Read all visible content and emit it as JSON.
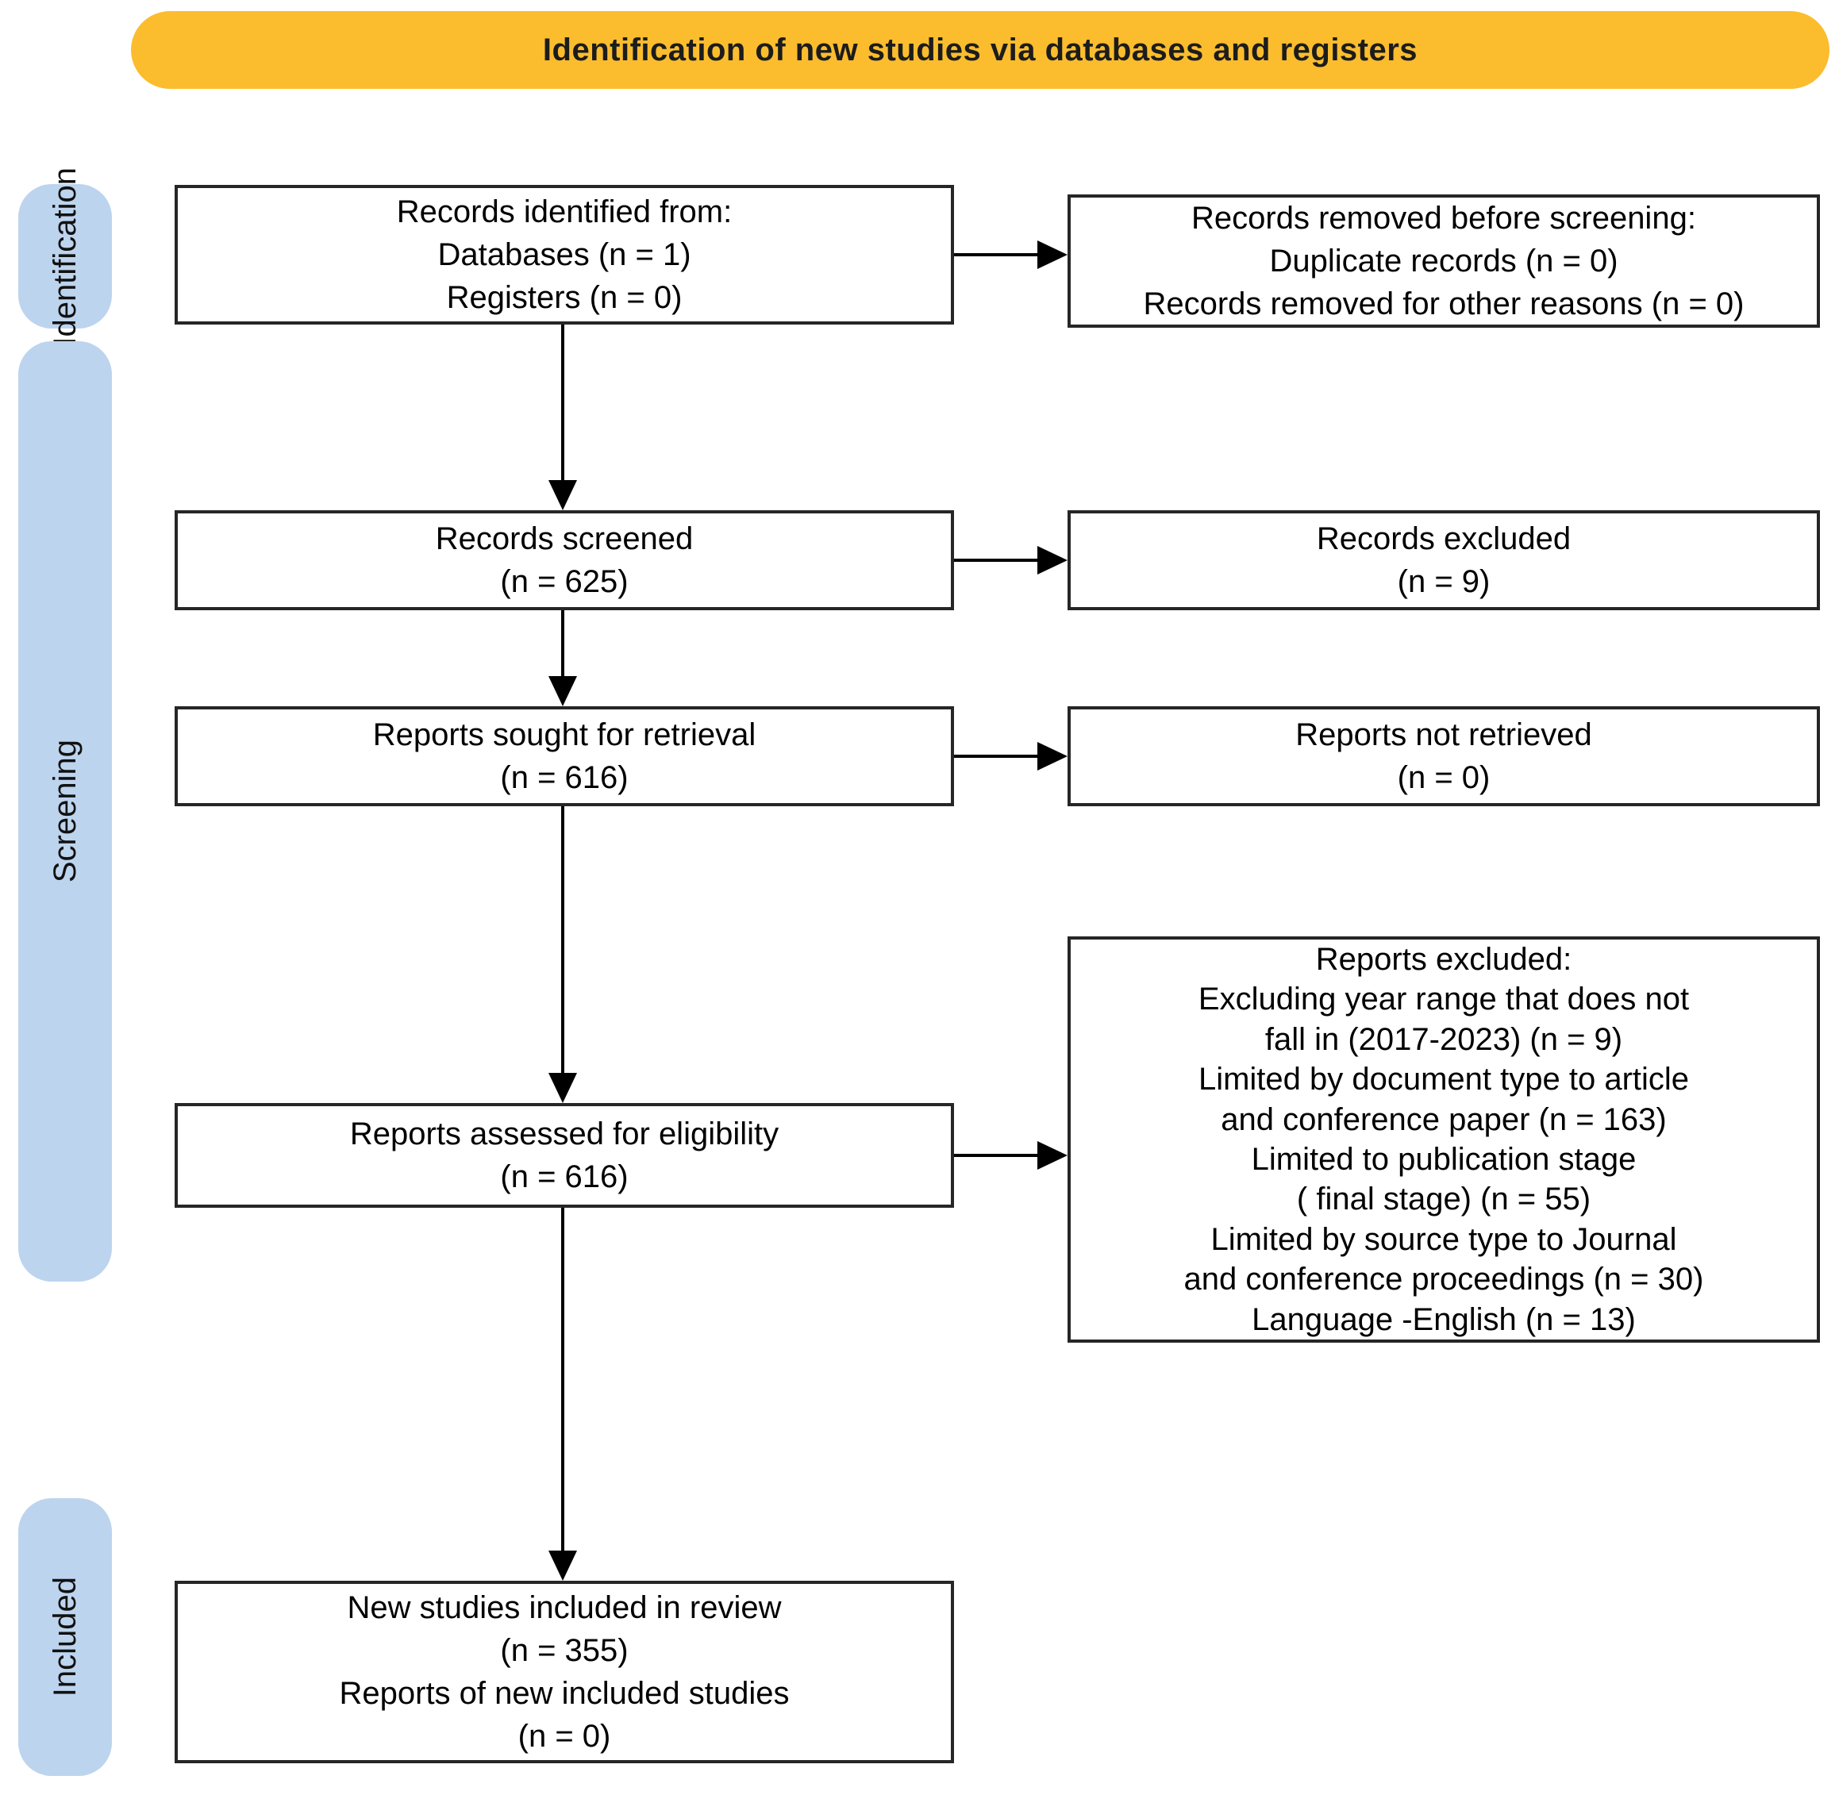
{
  "banner": {
    "title": "Identification of new studies via databases and registers"
  },
  "stages": {
    "identification": "Identification",
    "screening": "Screening",
    "included": "Included"
  },
  "flow": {
    "records_identified": {
      "lines": [
        "Records identified from:",
        "Databases (n = 1)",
        "Registers (n = 0)"
      ]
    },
    "records_removed": {
      "lines": [
        "Records removed before screening:",
        "Duplicate records (n = 0)",
        "Records removed for other reasons (n = 0)"
      ]
    },
    "records_screened": {
      "lines": [
        "Records screened",
        "(n = 625)"
      ]
    },
    "records_excluded": {
      "lines": [
        "Records excluded",
        "(n = 9)"
      ]
    },
    "reports_sought": {
      "lines": [
        "Reports sought for retrieval",
        "(n = 616)"
      ]
    },
    "reports_not_retrieved": {
      "lines": [
        "Reports not retrieved",
        "(n = 0)"
      ]
    },
    "reports_assessed": {
      "lines": [
        "Reports assessed for eligibility",
        "(n = 616)"
      ]
    },
    "reports_excluded": {
      "lines": [
        "Reports excluded:",
        "Excluding year range that does not",
        "fall in (2017-2023) (n = 9)",
        "Limited by document type to article",
        "and conference paper (n = 163)",
        "Limited to publication stage",
        "( final stage) (n = 55)",
        "Limited by source type to Journal",
        "and conference proceedings (n = 30)",
        "Language -English (n = 13)"
      ]
    },
    "new_studies_included": {
      "lines": [
        "New studies included in review",
        "(n = 355)",
        "Reports of new included studies",
        "(n = 0)"
      ]
    }
  },
  "colors": {
    "banner_bg": "#FBBD2E",
    "stage_bg": "#BDD4EE",
    "box_border": "#262626"
  }
}
